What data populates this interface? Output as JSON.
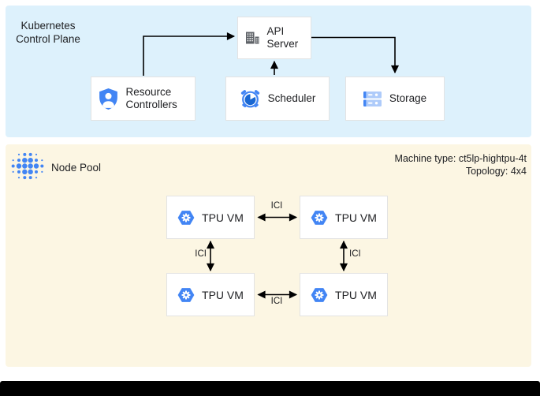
{
  "colors": {
    "control_plane_bg": "#ddf1fc",
    "node_pool_bg": "#fcf6e3",
    "google_blue": "#4285f4",
    "storage_light_blue": "#aecbfa",
    "scheduler_pie_blue": "#1967d2",
    "building_gray": "#5f6368",
    "box_border": "#e3e3e3",
    "text": "#202124",
    "arrow_black": "#000000"
  },
  "control_plane": {
    "title": "Kubernetes Control Plane",
    "nodes": {
      "api_server": "API Server",
      "resource_controllers": "Resource Controllers",
      "scheduler": "Scheduler",
      "storage": "Storage"
    }
  },
  "node_pool": {
    "title": "Node Pool",
    "machine_type": "Machine type: ct5lp-hightpu-4t",
    "topology": "Topology: 4x4",
    "vms": [
      "TPU VM",
      "TPU VM",
      "TPU VM",
      "TPU VM"
    ],
    "links": [
      "ICI",
      "ICI",
      "ICI",
      "ICI"
    ]
  }
}
